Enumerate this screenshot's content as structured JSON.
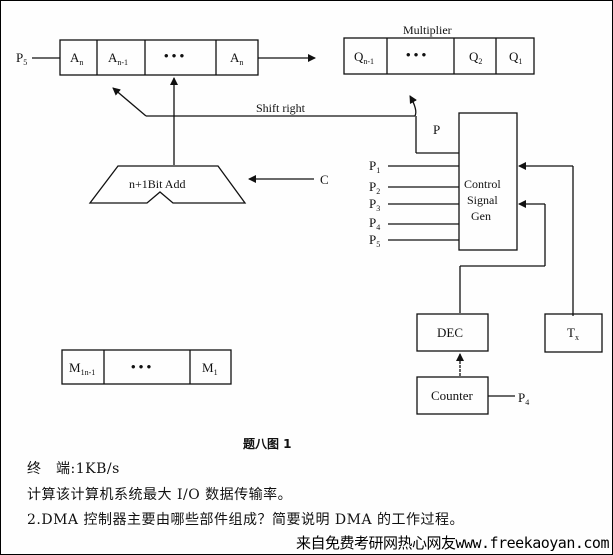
{
  "diagram": {
    "accumulator": {
      "input_label": "P",
      "input_sub": "5",
      "cells": [
        {
          "main": "A",
          "sub": "n"
        },
        {
          "main": "A",
          "sub": "n-1"
        },
        {
          "main": "• • •",
          "sub": ""
        },
        {
          "main": "A",
          "sub": "n"
        }
      ]
    },
    "multiplier": {
      "title": "Multiplier",
      "cells": [
        {
          "main": "Q",
          "sub": "n-1"
        },
        {
          "main": "• • •",
          "sub": ""
        },
        {
          "main": "Q",
          "sub": "2"
        },
        {
          "main": "Q",
          "sub": "1"
        }
      ]
    },
    "shift_label": "Shift right",
    "p_label": "P",
    "adder_label": "n+1Bit Add",
    "carry_label": "C",
    "control": {
      "lines": [
        "Control",
        "Signal",
        "Gen"
      ],
      "inputs": [
        {
          "main": "P",
          "sub": "1"
        },
        {
          "main": "P",
          "sub": "2"
        },
        {
          "main": "P",
          "sub": "3"
        },
        {
          "main": "P",
          "sub": "4"
        },
        {
          "main": "P",
          "sub": "5"
        }
      ]
    },
    "dec_label": "DEC",
    "tx_label": "T",
    "tx_sub": "x",
    "counter_label": "Counter",
    "counter_input": "P",
    "counter_input_sub": "4",
    "multiplicand": {
      "cells": [
        {
          "main": "M",
          "sub": "1n-1"
        },
        {
          "main": "• • •",
          "sub": ""
        },
        {
          "main": "M",
          "sub": "1"
        }
      ]
    }
  },
  "caption": "题八图 1",
  "text_lines": [
    "终　端:1KB/s",
    "计算该计算机系统最大 I/O 数据传输率。",
    "2.DMA 控制器主要由哪些部件组成？简要说明 DMA 的工作过程。"
  ],
  "watermark": "来自免费考研网热心网友www.freekaoyan.com"
}
